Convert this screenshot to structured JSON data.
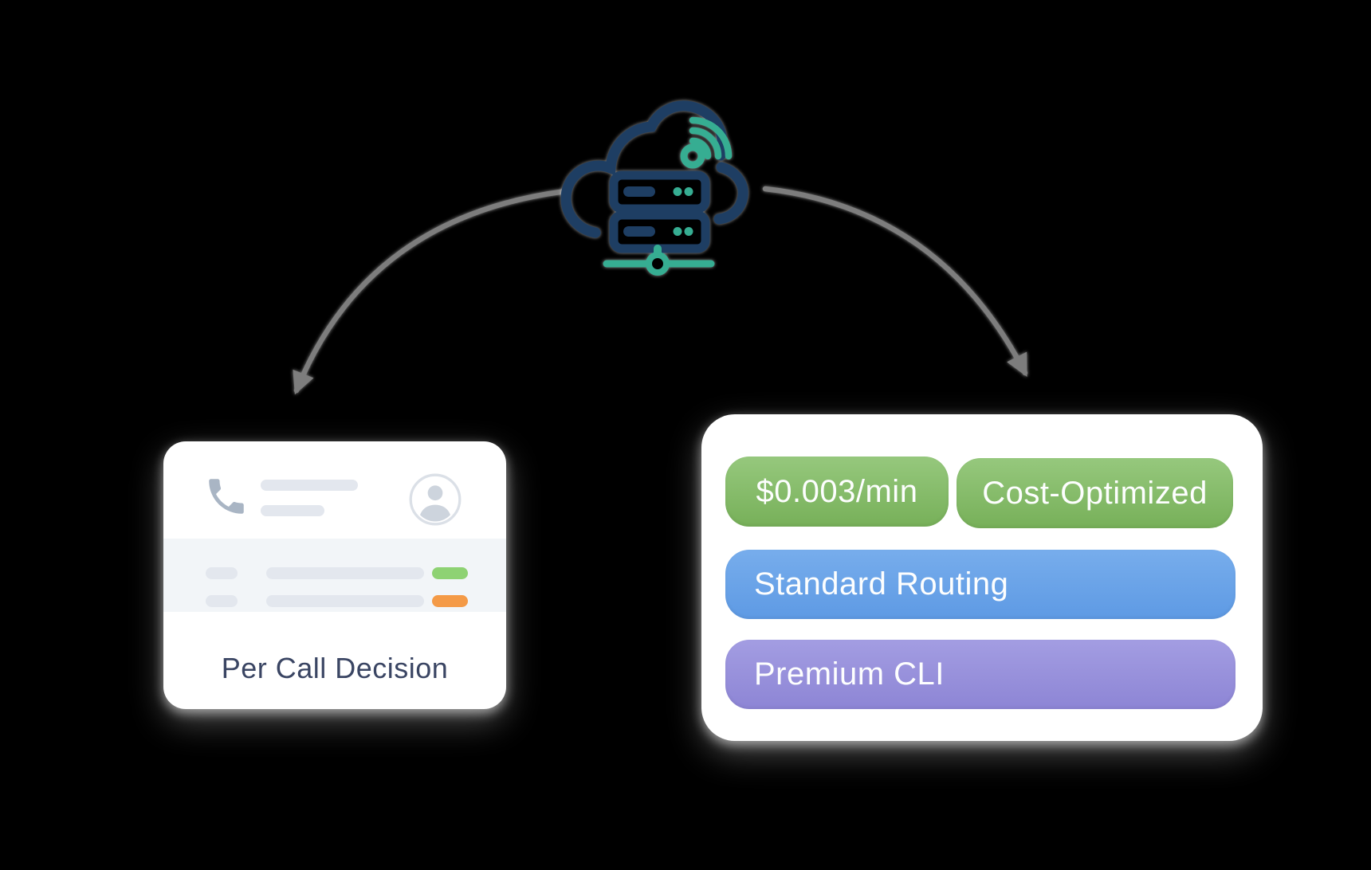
{
  "scene": {
    "type": "call-routing-diagram",
    "background_color": "#000000"
  },
  "cloud_server": {
    "icon": "cloud-server-icon",
    "parts": [
      "cloud-outline",
      "server-rack",
      "wifi-signal",
      "network-link"
    ],
    "navy": "#1e3e63",
    "teal": "#36ad92"
  },
  "arrows": {
    "color": "#7d7d7d",
    "left_target": "per-call-card",
    "right_target": "routing-card"
  },
  "left_card": {
    "label": "Per Call Decision",
    "phone_icon": "phone-icon",
    "avatar_icon": "user-avatar-icon",
    "badge_green": "#8ed273",
    "badge_orange": "#f49a47"
  },
  "right_card": {
    "pills": [
      {
        "label": "$0.003/min",
        "variant": "green",
        "color": "#7fb563"
      },
      {
        "label": "Cost-Optimized",
        "variant": "green",
        "color": "#7fb563"
      },
      {
        "label": "Standard Routing",
        "variant": "blue",
        "color": "#68a3e8"
      },
      {
        "label": "Premium CLI",
        "variant": "purple",
        "color": "#978fda"
      }
    ]
  },
  "colors": {
    "title_text": "#3a4563",
    "pill_text": "#ffffff",
    "skeleton": "#e3e7ee",
    "card_band": "#f2f5f8"
  }
}
